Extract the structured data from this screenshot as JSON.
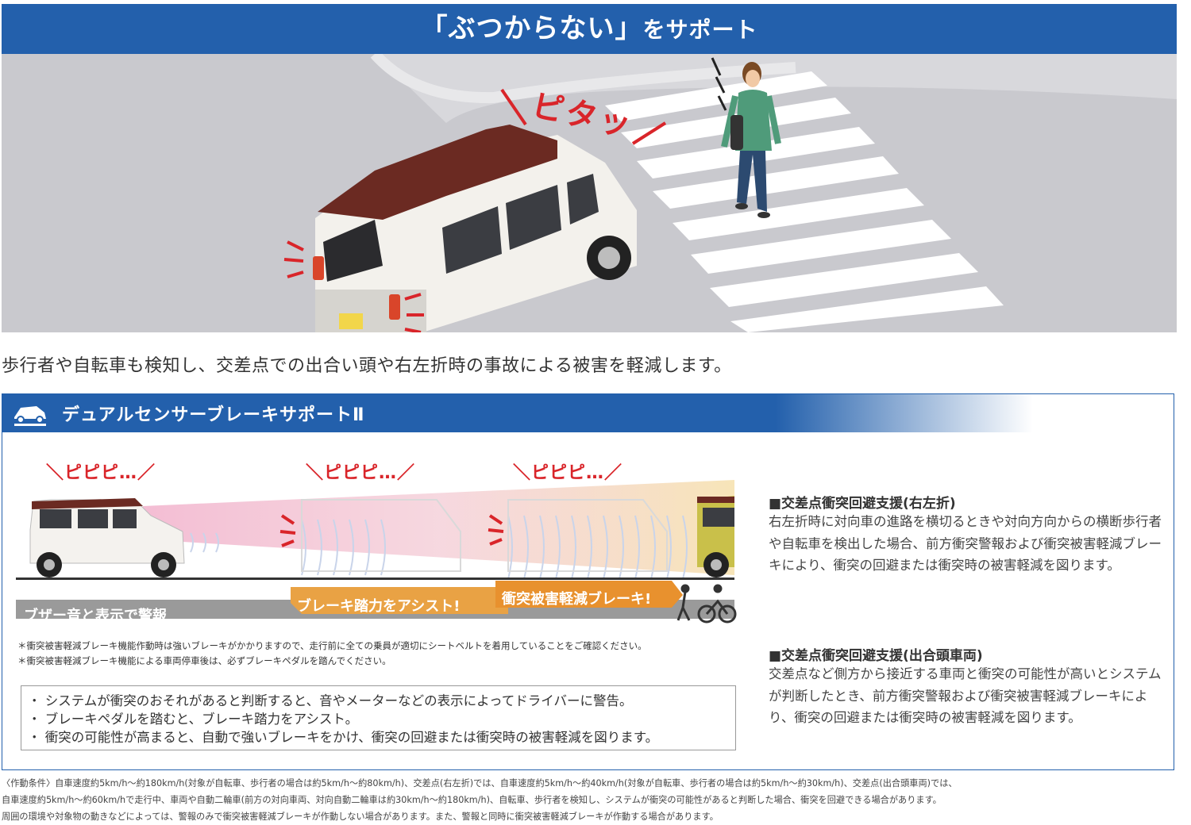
{
  "hero": {
    "title_main": "「ぶつからない」",
    "title_sub": "をサポート",
    "sound_effect": "ピタッ"
  },
  "lead": "歩行者や自転車も検知し、交差点での出合い頭や右左折時の事故による被害を軽減します。",
  "panel": {
    "title": "デュアルセンサーブレーキサポートⅡ",
    "beeps": [
      "＼ピピピ…／",
      "＼ピピピ…／",
      "＼ピピピ…／"
    ],
    "stage_buzzer": "ブザー音と表示で警報",
    "stage_assist": "ブレーキ踏力をアシスト!",
    "stage_brake": "衝突被害軽減ブレーキ!",
    "notes": [
      "＊衝突被害軽減ブレーキ機能作動時は強いブレーキがかかりますので、走行前に全ての乗員が適切にシートベルトを着用していることをご確認ください。",
      "＊衝突被害軽減ブレーキ機能による車両停車後は、必ずブレーキペダルを踏んでください。"
    ],
    "bullets": [
      "・ システムが衝突のおそれがあると判断すると、音やメーターなどの表示によってドライバーに警告。",
      "・ ブレーキペダルを踏むと、ブレーキ踏力をアシスト。",
      "・ 衝突の可能性が高まると、自動で強いブレーキをかけ、衝突の回避または衝突時の被害軽減を図ります。"
    ],
    "feature1_heading": "■交差点衝突回避支援(右左折)",
    "feature1_text": "右左折時に対向車の進路を横切るときや対向方向からの横断歩行者や自転車を検出した場合、前方衝突警報および衝突被害軽減ブレーキにより、衝突の回避または衝突時の被害軽減を図ります。",
    "feature2_heading": "■交差点衝突回避支援(出合頭車両)",
    "feature2_text": "交差点など側方から接近する車両と衝突の可能性が高いとシステムが判断したとき、前方衝突警報および衝突被害軽減ブレーキにより、衝突の回避または衝突時の被害軽減を図ります。"
  },
  "footnote": [
    "〈作動条件〉自車速度約5km/h～約180km/h(対象が自転車、歩行者の場合は約5km/h～約80km/h)、交差点(右左折)では、自車速度約5km/h～約40km/h(対象が自転車、歩行者の場合は約5km/h～約30km/h)、交差点(出合頭車両)では、",
    "自車速度約5km/h～約60km/hで走行中、車両や自動二輪車(前方の対向車両、対向自動二輪車は約30km/h～約180km/h)、自転車、歩行者を検知し、システムが衝突の可能性があると判断した場合、衝突を回避できる場合があります。",
    "周囲の環境や対象物の動きなどによっては、警報のみで衝突被害軽減ブレーキが作動しない場合があります。また、警報と同時に衝突被害軽減ブレーキが作動する場合があります。"
  ],
  "colors": {
    "brand_blue": "#2360ac",
    "alert_red": "#d9252a",
    "assist_orange": "#e9a244",
    "car_roof": "#6b2a22"
  }
}
